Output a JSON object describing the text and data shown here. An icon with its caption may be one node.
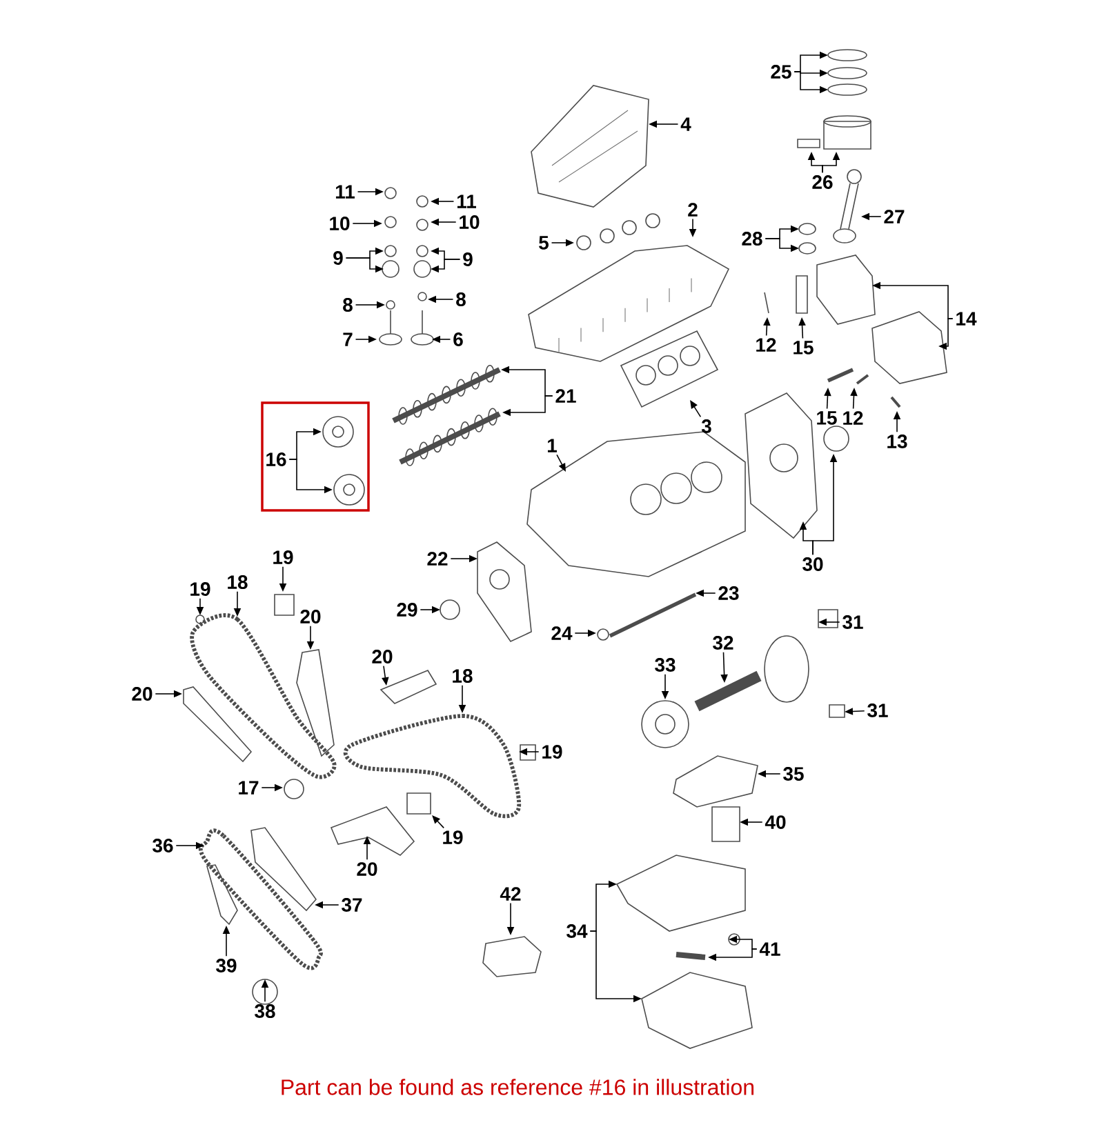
{
  "diagram": {
    "caption": "Part can be found as reference #16 in illustration",
    "nodes": [
      {
        "text": [
          "4"
        ]
      },
      {
        "text": [
          "2"
        ]
      },
      {
        "text": [
          "5"
        ]
      },
      {
        "text": [
          "11"
        ]
      },
      {
        "text": [
          "10"
        ]
      },
      {
        "text": [
          "9"
        ]
      },
      {
        "text": [
          "8"
        ]
      },
      {
        "text": [
          "7"
        ]
      },
      {
        "text": [
          "11"
        ]
      },
      {
        "text": [
          "10"
        ]
      },
      {
        "text": [
          "9"
        ]
      },
      {
        "text": [
          "8"
        ]
      },
      {
        "text": [
          "6"
        ]
      },
      {
        "text": [
          "25"
        ]
      },
      {
        "text": [
          "26"
        ]
      },
      {
        "text": [
          "27"
        ]
      },
      {
        "text": [
          "28"
        ]
      },
      {
        "text": [
          "12"
        ]
      },
      {
        "text": [
          "15"
        ]
      },
      {
        "text": [
          "14"
        ]
      },
      {
        "text": [
          "15"
        ]
      },
      {
        "text": [
          "12"
        ]
      },
      {
        "text": [
          "13"
        ]
      },
      {
        "text": [
          "3"
        ]
      },
      {
        "text": [
          "21"
        ]
      },
      {
        "text": [
          "16"
        ]
      },
      {
        "text": [
          "1"
        ]
      },
      {
        "text": [
          "30"
        ]
      },
      {
        "text": [
          "22"
        ]
      },
      {
        "text": [
          "29"
        ]
      },
      {
        "text": [
          "23"
        ]
      },
      {
        "text": [
          "24"
        ]
      },
      {
        "text": [
          "19"
        ]
      },
      {
        "text": [
          "18"
        ]
      },
      {
        "text": [
          "19"
        ]
      },
      {
        "text": [
          "20"
        ]
      },
      {
        "text": [
          "20"
        ]
      },
      {
        "text": [
          "20"
        ]
      },
      {
        "text": [
          "18"
        ]
      },
      {
        "text": [
          "19"
        ]
      },
      {
        "text": [
          "17"
        ]
      },
      {
        "text": [
          "19"
        ]
      },
      {
        "text": [
          "20"
        ]
      },
      {
        "text": [
          "36"
        ]
      },
      {
        "text": [
          "37"
        ]
      },
      {
        "text": [
          "39"
        ]
      },
      {
        "text": [
          "38"
        ]
      },
      {
        "text": [
          "42"
        ]
      },
      {
        "text": [
          "34"
        ]
      },
      {
        "text": [
          "31"
        ]
      },
      {
        "text": [
          "32"
        ]
      },
      {
        "text": [
          "33"
        ]
      },
      {
        "text": [
          "31"
        ]
      },
      {
        "text": [
          "35"
        ]
      },
      {
        "text": [
          "40"
        ]
      },
      {
        "text": [
          "41"
        ]
      }
    ],
    "edges": [
      {
        "from": 0,
        "to": null,
        "arrow": "to"
      },
      {
        "from": 1,
        "to": null,
        "arrow": "to"
      },
      {
        "from": 2,
        "to": null,
        "arrow": "to"
      },
      {
        "from": 3,
        "to": null,
        "arrow": "to"
      },
      {
        "from": 4,
        "to": null,
        "arrow": "to"
      },
      {
        "from": 5,
        "to": null,
        "arrow": "to"
      },
      {
        "from": 5,
        "to": null,
        "arrow": "to"
      },
      {
        "from": 6,
        "to": null,
        "arrow": "to"
      },
      {
        "from": 7,
        "to": null,
        "arrow": "to"
      },
      {
        "from": 8,
        "to": null,
        "arrow": "to"
      },
      {
        "from": 9,
        "to": null,
        "arrow": "to"
      },
      {
        "from": 10,
        "to": null,
        "arrow": "to"
      },
      {
        "from": 10,
        "to": null,
        "arrow": "to"
      },
      {
        "from": 11,
        "to": null,
        "arrow": "to"
      },
      {
        "from": 12,
        "to": null,
        "arrow": "to"
      },
      {
        "from": 13,
        "to": null,
        "arrow": "to"
      },
      {
        "from": 13,
        "to": null,
        "arrow": "to"
      },
      {
        "from": 13,
        "to": null,
        "arrow": "to"
      },
      {
        "from": 14,
        "to": null,
        "arrow": "to"
      },
      {
        "from": 14,
        "to": null,
        "arrow": "to"
      },
      {
        "from": 15,
        "to": null,
        "arrow": "to"
      },
      {
        "from": 16,
        "to": null,
        "arrow": "to"
      },
      {
        "from": 16,
        "to": null,
        "arrow": "to"
      },
      {
        "from": 17,
        "to": null,
        "arrow": "to"
      },
      {
        "from": 18,
        "to": null,
        "arrow": "to"
      },
      {
        "from": 19,
        "to": null,
        "arrow": "to"
      },
      {
        "from": 19,
        "to": null,
        "arrow": "to"
      },
      {
        "from": 20,
        "to": null,
        "arrow": "to"
      },
      {
        "from": 21,
        "to": null,
        "arrow": "to"
      },
      {
        "from": 22,
        "to": null,
        "arrow": "to"
      },
      {
        "from": 23,
        "to": null,
        "arrow": "to"
      },
      {
        "from": 24,
        "to": null,
        "arrow": "to"
      },
      {
        "from": 24,
        "to": null,
        "arrow": "to"
      },
      {
        "from": 25,
        "to": null,
        "arrow": "to"
      },
      {
        "from": 25,
        "to": null,
        "arrow": "to"
      },
      {
        "from": 26,
        "to": null,
        "arrow": "to"
      },
      {
        "from": 27,
        "to": null,
        "arrow": "to"
      },
      {
        "from": 27,
        "to": null,
        "arrow": "to"
      },
      {
        "from": 28,
        "to": null,
        "arrow": "to"
      },
      {
        "from": 29,
        "to": null,
        "arrow": "to"
      },
      {
        "from": 30,
        "to": null,
        "arrow": "to"
      },
      {
        "from": 31,
        "to": null,
        "arrow": "to"
      },
      {
        "from": 32,
        "to": null,
        "arrow": "to"
      },
      {
        "from": 33,
        "to": null,
        "arrow": "to"
      },
      {
        "from": 34,
        "to": null,
        "arrow": "to"
      },
      {
        "from": 35,
        "to": null,
        "arrow": "to"
      },
      {
        "from": 36,
        "to": null,
        "arrow": "to"
      },
      {
        "from": 37,
        "to": null,
        "arrow": "to"
      },
      {
        "from": 38,
        "to": null,
        "arrow": "to"
      },
      {
        "from": 39,
        "to": null,
        "arrow": "to"
      },
      {
        "from": 40,
        "to": null,
        "arrow": "to"
      },
      {
        "from": 41,
        "to": null,
        "arrow": "to"
      },
      {
        "from": 42,
        "to": null,
        "arrow": "to"
      },
      {
        "from": 43,
        "to": null,
        "arrow": "to"
      },
      {
        "from": 44,
        "to": null,
        "arrow": "to"
      },
      {
        "from": 45,
        "to": null,
        "arrow": "to"
      },
      {
        "from": 46,
        "to": null,
        "arrow": "to"
      },
      {
        "from": 47,
        "to": null,
        "arrow": "to"
      },
      {
        "from": 48,
        "to": null,
        "arrow": "to"
      },
      {
        "from": 48,
        "to": null,
        "arrow": "to"
      },
      {
        "from": 49,
        "to": null,
        "arrow": "to"
      },
      {
        "from": 50,
        "to": null,
        "arrow": "to"
      },
      {
        "from": 51,
        "to": null,
        "arrow": "to"
      },
      {
        "from": 52,
        "to": null,
        "arrow": "to"
      },
      {
        "from": 53,
        "to": null,
        "arrow": "to"
      },
      {
        "from": 54,
        "to": null,
        "arrow": "to"
      },
      {
        "from": 55,
        "to": null,
        "arrow": "to"
      },
      {
        "from": 55,
        "to": null,
        "arrow": "to"
      }
    ]
  }
}
